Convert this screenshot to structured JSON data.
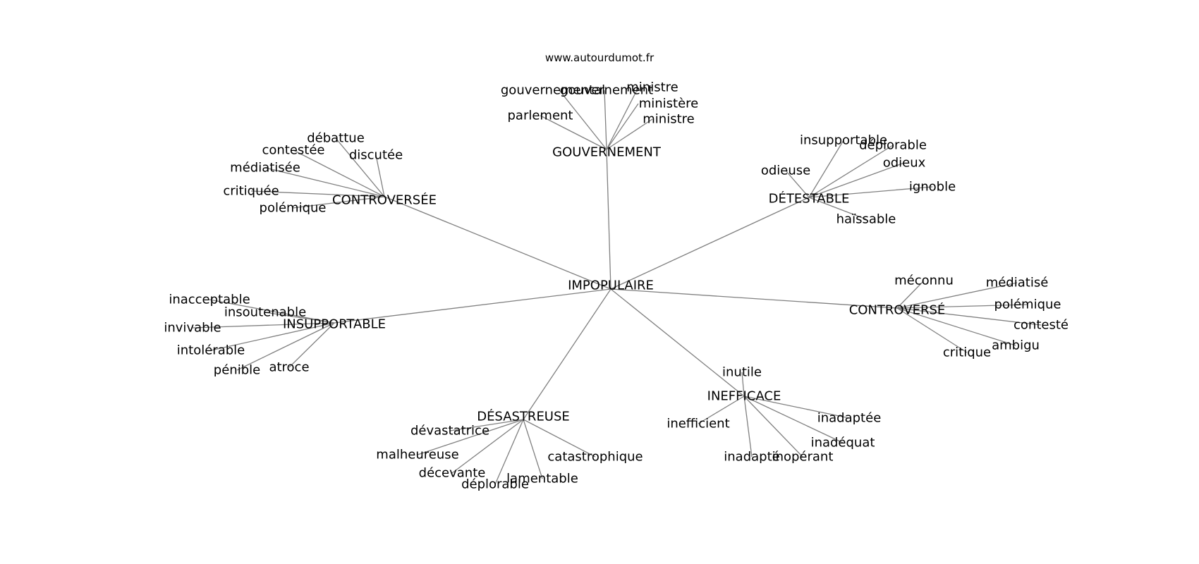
{
  "watermark": "www.autourdumot.fr",
  "center": {
    "id": "root",
    "label": "IMPOPULAIRE"
  },
  "groups": [
    {
      "id": "gouvernement",
      "label": "GOUVERNEMENT",
      "words": [
        "gouvernemental",
        "gouvernement",
        "ministre",
        "ministère",
        "ministre",
        "parlement"
      ]
    },
    {
      "id": "controversee",
      "label": "CONTROVERSÉE",
      "words": [
        "débattue",
        "contestée",
        "discutée",
        "médiatisée",
        "critiquée",
        "polémique"
      ]
    },
    {
      "id": "detestable",
      "label": "DÉTESTABLE",
      "words": [
        "insupportable",
        "déplorable",
        "odieuse",
        "odieux",
        "ignoble",
        "haïssable"
      ]
    },
    {
      "id": "controverse",
      "label": "CONTROVERSÉ",
      "words": [
        "méconnu",
        "médiatisé",
        "polémique",
        "contesté",
        "ambigu",
        "critique"
      ]
    },
    {
      "id": "insupportable",
      "label": "INSUPPORTABLE",
      "words": [
        "inacceptable",
        "insoutenable",
        "invivable",
        "intolérable",
        "pénible",
        "atroce"
      ]
    },
    {
      "id": "inefficace",
      "label": "INEFFICACE",
      "words": [
        "inutile",
        "inefficient",
        "inadaptée",
        "inadéquat",
        "inadapté",
        "inopérant"
      ]
    },
    {
      "id": "desastreuse",
      "label": "DÉSASTREUSE",
      "words": [
        "dévastatrice",
        "malheureuse",
        "décevante",
        "déplorable",
        "lamentable",
        "catastrophique"
      ]
    }
  ]
}
